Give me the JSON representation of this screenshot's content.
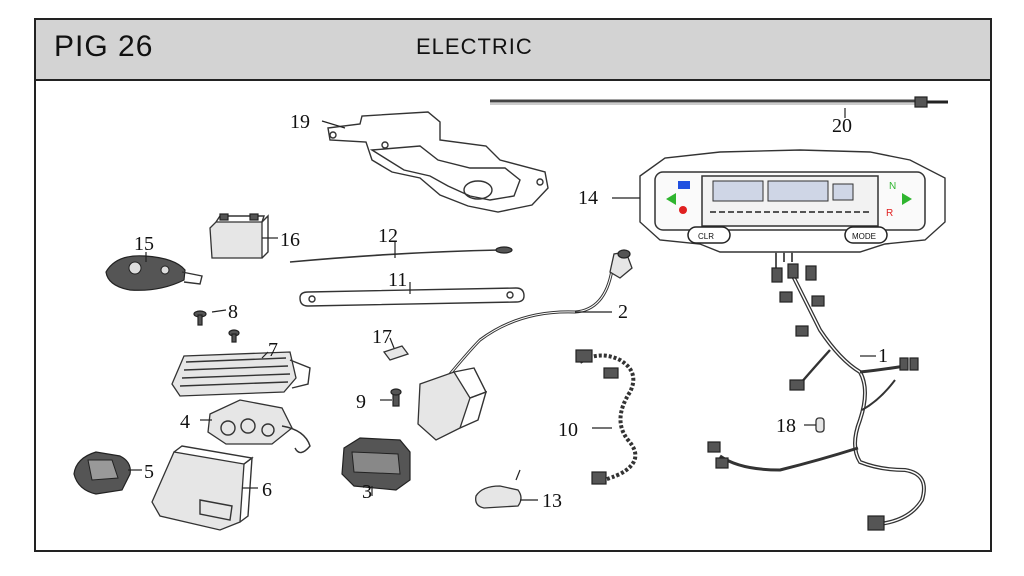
{
  "header": {
    "code": "PIG 26",
    "title": "ELECTRIC"
  },
  "dashboard": {
    "btn_left": "CLR",
    "btn_right": "MODE",
    "ind_n": "N",
    "ind_r": "R"
  },
  "callouts": [
    {
      "id": "1",
      "text": "1"
    },
    {
      "id": "2",
      "text": "2"
    },
    {
      "id": "3",
      "text": "3"
    },
    {
      "id": "4",
      "text": "4"
    },
    {
      "id": "5",
      "text": "5"
    },
    {
      "id": "6",
      "text": "6"
    },
    {
      "id": "7",
      "text": "7"
    },
    {
      "id": "8",
      "text": "8"
    },
    {
      "id": "9",
      "text": "9"
    },
    {
      "id": "10",
      "text": "10"
    },
    {
      "id": "11",
      "text": "11"
    },
    {
      "id": "12",
      "text": "12"
    },
    {
      "id": "13",
      "text": "13"
    },
    {
      "id": "14",
      "text": "14"
    },
    {
      "id": "15",
      "text": "15"
    },
    {
      "id": "16",
      "text": "16"
    },
    {
      "id": "17",
      "text": "17"
    },
    {
      "id": "18",
      "text": "18"
    },
    {
      "id": "19",
      "text": "19"
    },
    {
      "id": "20",
      "text": "20"
    }
  ],
  "colors": {
    "header_bg": "#d3d3d3",
    "indicator_green": "#2fb52f",
    "indicator_red": "#e02020",
    "indicator_blue": "#2050e0"
  }
}
